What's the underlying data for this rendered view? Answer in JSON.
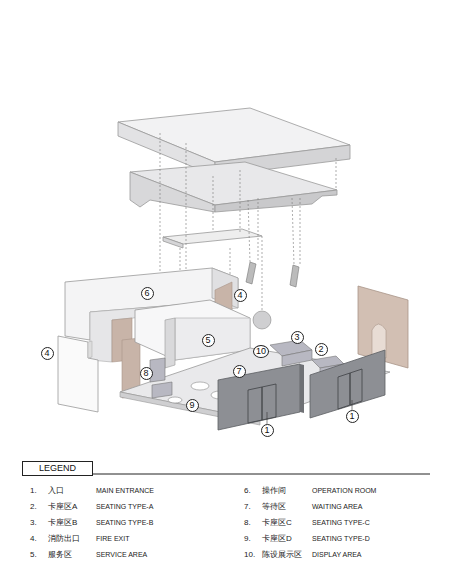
{
  "diagram": {
    "nodes": [
      {
        "text": [
          "6"
        ]
      },
      {
        "text": [
          "4"
        ]
      },
      {
        "text": [
          "4"
        ]
      },
      {
        "text": [
          "5"
        ]
      },
      {
        "text": [
          "3"
        ]
      },
      {
        "text": [
          "2"
        ]
      },
      {
        "text": [
          "10"
        ]
      },
      {
        "text": [
          "8"
        ]
      },
      {
        "text": [
          "7"
        ]
      },
      {
        "text": [
          "9"
        ]
      },
      {
        "text": [
          "1"
        ]
      },
      {
        "text": [
          "1"
        ]
      },
      {
        "text": [
          "LEGEND"
        ]
      }
    ],
    "labels": [
      "1.",
      "入口",
      "MAIN ENTRANCE",
      "2.",
      "卡座区A",
      "SEATING TYPE-A",
      "3.",
      "卡座区B",
      "SEATING TYPE-B",
      "4.",
      "消防出口",
      "FIRE EXIT",
      "5.",
      "服务区",
      "SERVICE AREA",
      "6.",
      "操作间",
      "OPERATION ROOM",
      "7.",
      "等待区",
      "WAITING AREA",
      "8.",
      "卡座区C",
      "SEATING TYPE-C",
      "9.",
      "卡座区D",
      "SEATING TYPE-D",
      "10.",
      "陈设展示区",
      "DISPLAY AREA"
    ]
  }
}
